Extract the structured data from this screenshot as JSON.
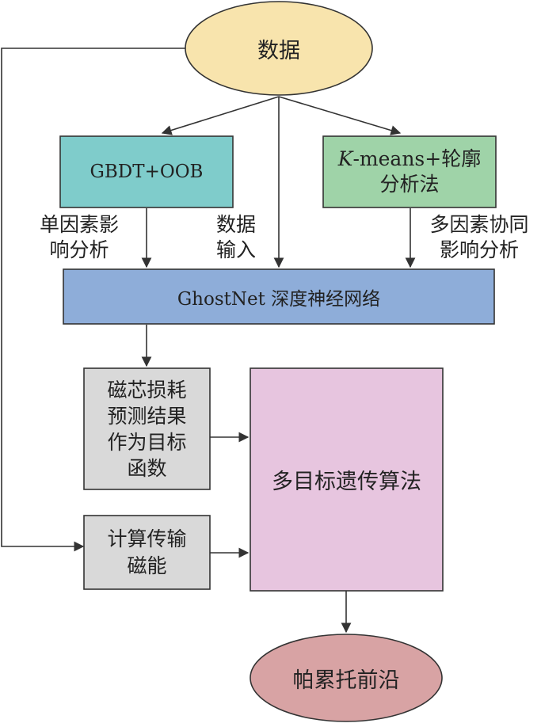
{
  "nodes": {
    "data": {
      "label": "数据",
      "color": "#f8e4ad"
    },
    "gbdt": {
      "label": "GBDT+OOB",
      "color": "#7fcccb"
    },
    "kmeans": {
      "label_k": "K",
      "label_rest": "-means+轮廓",
      "label2": "分析法",
      "color": "#9fd3a8"
    },
    "ghostnet": {
      "label": "GhostNet 深度神经网络",
      "color": "#8eadd9"
    },
    "loss": {
      "lines": [
        "磁芯损耗",
        "预测结果",
        "作为目标",
        "函数"
      ],
      "color": "#d9d9d9"
    },
    "energy": {
      "lines": [
        "计算传输",
        "磁能"
      ],
      "color": "#d9d9d9"
    },
    "ga": {
      "label": "多目标遗传算法",
      "color": "#e7c5df"
    },
    "pareto": {
      "label": "帕累托前沿",
      "color": "#d8a3a4"
    }
  },
  "edge_labels": {
    "single": [
      "单因素影",
      "响分析"
    ],
    "input": [
      "数据",
      "输入"
    ],
    "multi": [
      "多因素协同",
      "影响分析"
    ]
  }
}
